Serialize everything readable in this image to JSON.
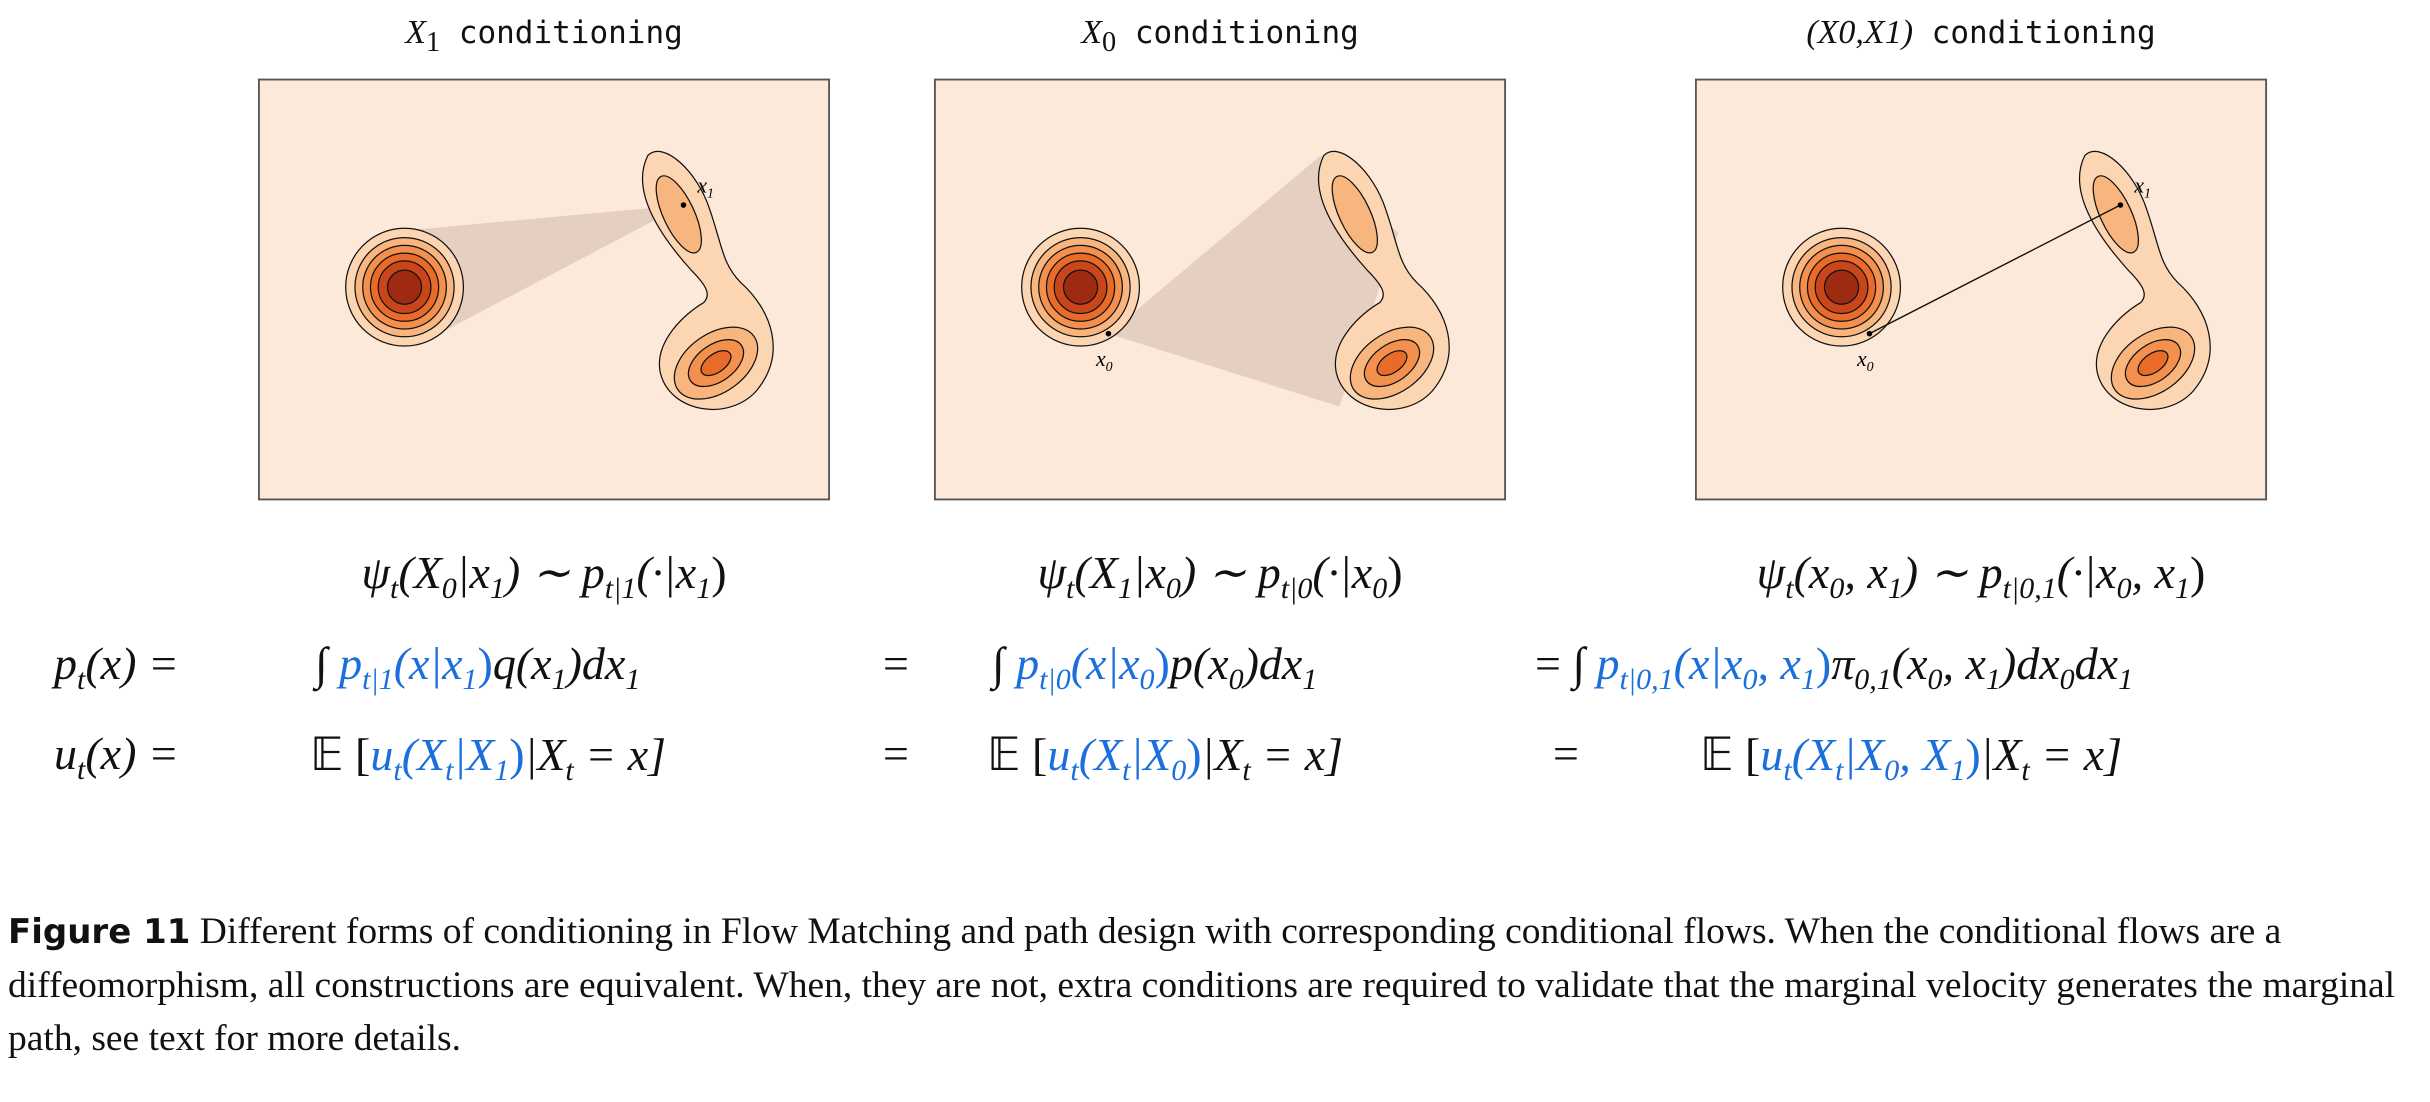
{
  "panels": [
    {
      "title_var": "X",
      "title_sub": "1",
      "title_rest": " conditioning",
      "point_labels": [
        "x1"
      ]
    },
    {
      "title_var": "X",
      "title_sub": "0",
      "title_rest": " conditioning",
      "point_labels": [
        "x0"
      ]
    },
    {
      "title_var": "(X0,X1)",
      "title_sub": "",
      "title_rest": " conditioning",
      "point_labels": [
        "x1",
        "x0"
      ]
    }
  ],
  "equations": {
    "psi": [
      [
        {
          "t": "ψ"
        },
        {
          "t": "t",
          "s": 1
        },
        {
          "t": "(X"
        },
        {
          "t": "0",
          "s": 1
        },
        {
          "t": "|x"
        },
        {
          "t": "1",
          "s": 1
        },
        {
          "t": ") ∼ p"
        },
        {
          "t": "t|1",
          "s": 1
        },
        {
          "t": "(·|x"
        },
        {
          "t": "1",
          "s": 1
        },
        {
          "t": ")"
        }
      ],
      [
        {
          "t": "ψ"
        },
        {
          "t": "t",
          "s": 1
        },
        {
          "t": "(X"
        },
        {
          "t": "1",
          "s": 1
        },
        {
          "t": "|x"
        },
        {
          "t": "0",
          "s": 1
        },
        {
          "t": ") ∼ p"
        },
        {
          "t": "t|0",
          "s": 1
        },
        {
          "t": "(·|x"
        },
        {
          "t": "0",
          "s": 1
        },
        {
          "t": ")"
        }
      ],
      [
        {
          "t": "ψ"
        },
        {
          "t": "t",
          "s": 1
        },
        {
          "t": "(x"
        },
        {
          "t": "0",
          "s": 1
        },
        {
          "t": ", x"
        },
        {
          "t": "1",
          "s": 1
        },
        {
          "t": ") ∼ p"
        },
        {
          "t": "t|0,1",
          "s": 1
        },
        {
          "t": "(·|x"
        },
        {
          "t": "0",
          "s": 1
        },
        {
          "t": ", x"
        },
        {
          "t": "1",
          "s": 1
        },
        {
          "t": ")"
        }
      ]
    ],
    "p_lhs": [
      {
        "t": "p"
      },
      {
        "t": "t",
        "s": 1
      },
      {
        "t": "(x) ="
      }
    ],
    "p_terms": [
      [
        {
          "t": "∫ "
        },
        {
          "t": "p",
          "b": 1
        },
        {
          "t": "t|1",
          "s": 1,
          "b": 1
        },
        {
          "t": "(x|x",
          "b": 1
        },
        {
          "t": "1",
          "s": 1,
          "b": 1
        },
        {
          "t": ")",
          "b": 1
        },
        {
          "t": "q(x"
        },
        {
          "t": "1",
          "s": 1
        },
        {
          "t": ")dx"
        },
        {
          "t": "1",
          "s": 1
        }
      ],
      [
        {
          "t": "∫ "
        },
        {
          "t": "p",
          "b": 1
        },
        {
          "t": "t|0",
          "s": 1,
          "b": 1
        },
        {
          "t": "(x|x",
          "b": 1
        },
        {
          "t": "0",
          "s": 1,
          "b": 1
        },
        {
          "t": ")",
          "b": 1
        },
        {
          "t": "p(x"
        },
        {
          "t": "0",
          "s": 1
        },
        {
          "t": ")dx"
        },
        {
          "t": "1",
          "s": 1
        }
      ],
      [
        {
          "t": "= ∫ "
        },
        {
          "t": "p",
          "b": 1
        },
        {
          "t": "t|0,1",
          "s": 1,
          "b": 1
        },
        {
          "t": "(x|x",
          "b": 1
        },
        {
          "t": "0",
          "s": 1,
          "b": 1
        },
        {
          "t": ", x",
          "b": 1
        },
        {
          "t": "1",
          "s": 1,
          "b": 1
        },
        {
          "t": ")",
          "b": 1
        },
        {
          "t": "π"
        },
        {
          "t": "0,1",
          "s": 1
        },
        {
          "t": "(x"
        },
        {
          "t": "0",
          "s": 1
        },
        {
          "t": ", x"
        },
        {
          "t": "1",
          "s": 1
        },
        {
          "t": ")dx"
        },
        {
          "t": "0",
          "s": 1
        },
        {
          "t": "dx"
        },
        {
          "t": "1",
          "s": 1
        }
      ]
    ],
    "u_lhs": [
      {
        "t": "u"
      },
      {
        "t": "t",
        "s": 1
      },
      {
        "t": "(x) ="
      }
    ],
    "u_terms": [
      [
        {
          "t": "𝔼 ["
        },
        {
          "t": "u",
          "b": 1
        },
        {
          "t": "t",
          "s": 1,
          "b": 1
        },
        {
          "t": "(X",
          "b": 1
        },
        {
          "t": "t",
          "s": 1,
          "b": 1
        },
        {
          "t": "|X",
          "b": 1
        },
        {
          "t": "1",
          "s": 1,
          "b": 1
        },
        {
          "t": ")",
          "b": 1
        },
        {
          "t": "|X"
        },
        {
          "t": "t",
          "s": 1
        },
        {
          "t": " = x]"
        }
      ],
      [
        {
          "t": "𝔼 ["
        },
        {
          "t": "u",
          "b": 1
        },
        {
          "t": "t",
          "s": 1,
          "b": 1
        },
        {
          "t": "(X",
          "b": 1
        },
        {
          "t": "t",
          "s": 1,
          "b": 1
        },
        {
          "t": "|X",
          "b": 1
        },
        {
          "t": "0",
          "s": 1,
          "b": 1
        },
        {
          "t": ")",
          "b": 1
        },
        {
          "t": "|X"
        },
        {
          "t": "t",
          "s": 1
        },
        {
          "t": " = x]"
        }
      ],
      [
        {
          "t": "𝔼 ["
        },
        {
          "t": "u",
          "b": 1
        },
        {
          "t": "t",
          "s": 1,
          "b": 1
        },
        {
          "t": "(X",
          "b": 1
        },
        {
          "t": "t",
          "s": 1,
          "b": 1
        },
        {
          "t": "|X",
          "b": 1
        },
        {
          "t": "0",
          "s": 1,
          "b": 1
        },
        {
          "t": ", X",
          "b": 1
        },
        {
          "t": "1",
          "s": 1,
          "b": 1
        },
        {
          "t": ")",
          "b": 1
        },
        {
          "t": "|X"
        },
        {
          "t": "t",
          "s": 1
        },
        {
          "t": " = x]"
        }
      ]
    ],
    "equals": "="
  },
  "caption": {
    "label": "Figure 11",
    "text": "Different forms of conditioning in Flow Matching and path design with corresponding conditional flows. When the conditional flows are a diffeomorphism, all constructions are equivalent. When, they are not, extra conditions are required to validate that the marginal velocity generates the marginal path, see text for more details."
  },
  "colors": {
    "background": "#fde9d9",
    "blue": "#1a6fdc",
    "contours": [
      "#fcd6b2",
      "#f9b57e",
      "#f4904d",
      "#e96b2a",
      "#c9461a",
      "#9e2a12"
    ]
  }
}
